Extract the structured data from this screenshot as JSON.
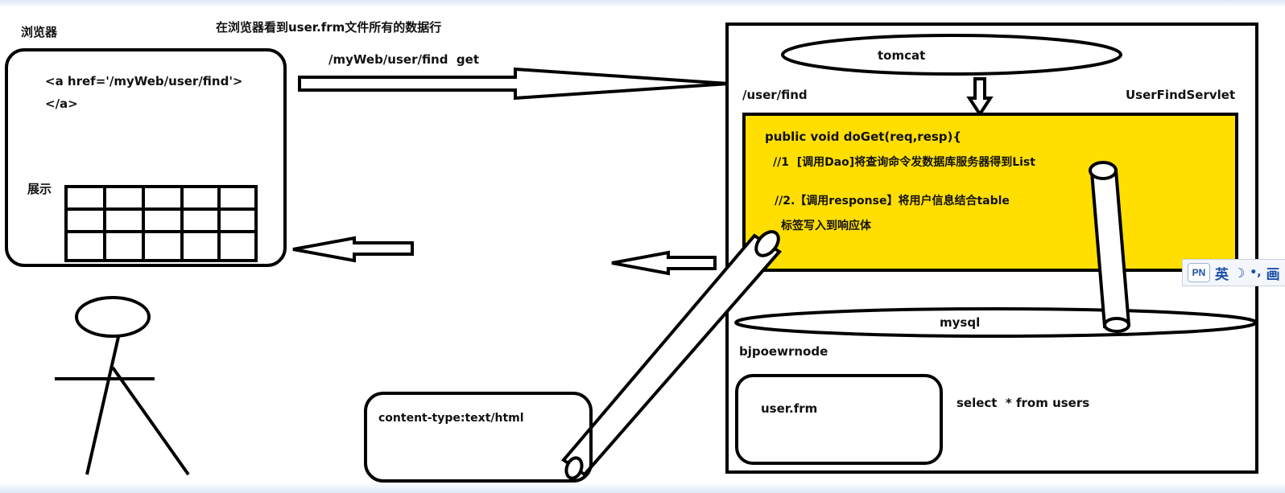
{
  "labels": {
    "browser_title": "浏览器",
    "caption": "在浏览器看到user.frm文件所有的数据行",
    "browser_link_open": "<a href='/myWeb/user/find'>",
    "browser_link_close": "</a>",
    "display_label": "展示",
    "request_label": "/myWeb/user/find  get",
    "tomcat": "tomcat",
    "route": "/user/find",
    "servlet_name": "UserFindServlet",
    "code_line1": "public void doGet(req,resp){",
    "code_line2": "//1  [调用Dao]将查询命令发数据库服务器得到List",
    "code_line3": "//2.【调用response】将用户信息结合table",
    "code_line4": "标签写入到响应体",
    "mysql": "mysql",
    "db_name": "bjpoewrnode",
    "table_file": "user.frm",
    "sql_query": "select  * from users",
    "content_type": "content-type:text/html"
  },
  "ime_toolbar": {
    "logo": "PN",
    "lang": "英",
    "moon": "☽",
    "punct": "•,",
    "tail": "画"
  },
  "colors": {
    "servlet_fill": "#ffde00",
    "stroke": "#000000",
    "ime_accent": "#1d4fa8"
  }
}
